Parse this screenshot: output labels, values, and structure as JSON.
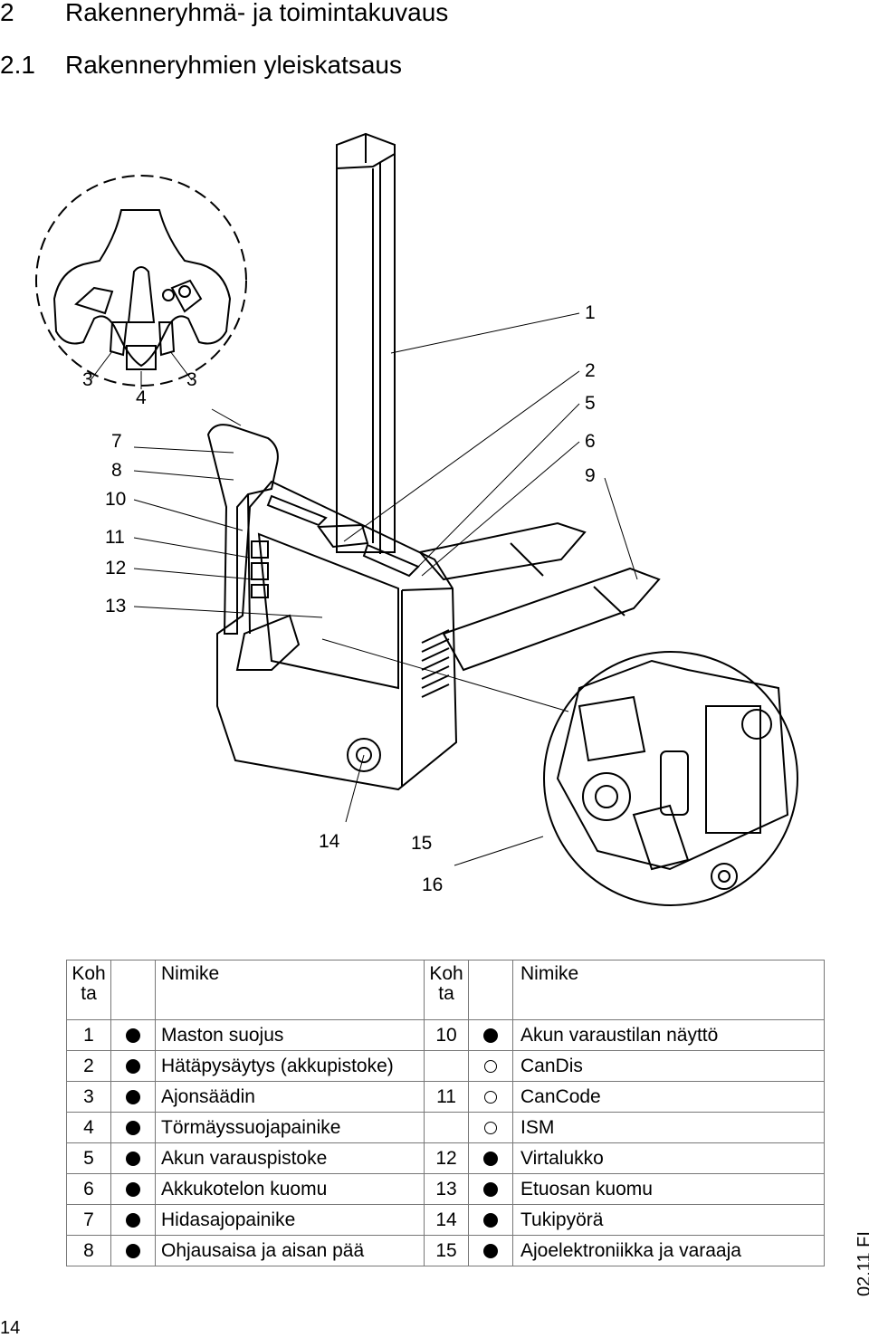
{
  "heading": {
    "number": "2",
    "title": "Rakenneryhmä- ja toimintakuvaus"
  },
  "subheading": {
    "number": "2.1",
    "title": "Rakenneryhmien yleiskatsaus"
  },
  "callouts": [
    "1",
    "2",
    "5",
    "6",
    "9",
    "3",
    "4",
    "3",
    "7",
    "8",
    "10",
    "11",
    "12",
    "13",
    "14",
    "15",
    "16"
  ],
  "table": {
    "headers": {
      "pos": "Koh ta",
      "name": "Nimike"
    },
    "rows": [
      {
        "l_pos": "1",
        "l_mark": "filled",
        "l_name": "Maston suojus",
        "r_pos": "10",
        "r_mark": "filled",
        "r_name": "Akun varaustilan näyttö"
      },
      {
        "l_pos": "2",
        "l_mark": "filled",
        "l_name": "Hätäpysäytys (akkupistoke)",
        "r_pos": "",
        "r_mark": "open",
        "r_name": "CanDis"
      },
      {
        "l_pos": "3",
        "l_mark": "filled",
        "l_name": "Ajonsäädin",
        "r_pos": "11",
        "r_mark": "open",
        "r_name": "CanCode"
      },
      {
        "l_pos": "4",
        "l_mark": "filled",
        "l_name": "Törmäyssuojapainike",
        "r_pos": "",
        "r_mark": "open",
        "r_name": "ISM"
      },
      {
        "l_pos": "5",
        "l_mark": "filled",
        "l_name": "Akun varauspistoke",
        "r_pos": "12",
        "r_mark": "filled",
        "r_name": "Virtalukko"
      },
      {
        "l_pos": "6",
        "l_mark": "filled",
        "l_name": " Akkukotelon kuomu",
        "r_pos": "13",
        "r_mark": "filled",
        "r_name": "Etuosan kuomu"
      },
      {
        "l_pos": "7",
        "l_mark": "filled",
        "l_name": "Hidasajopainike",
        "r_pos": "14",
        "r_mark": "filled",
        "r_name": "Tukipyörä"
      },
      {
        "l_pos": "8",
        "l_mark": "filled",
        "l_name": "Ohjausaisa ja aisan pää",
        "r_pos": "15",
        "r_mark": "filled",
        "r_name": "Ajoelektroniikka ja varaaja"
      }
    ]
  },
  "footer": {
    "page": "14",
    "edition": "02.11 FI"
  }
}
